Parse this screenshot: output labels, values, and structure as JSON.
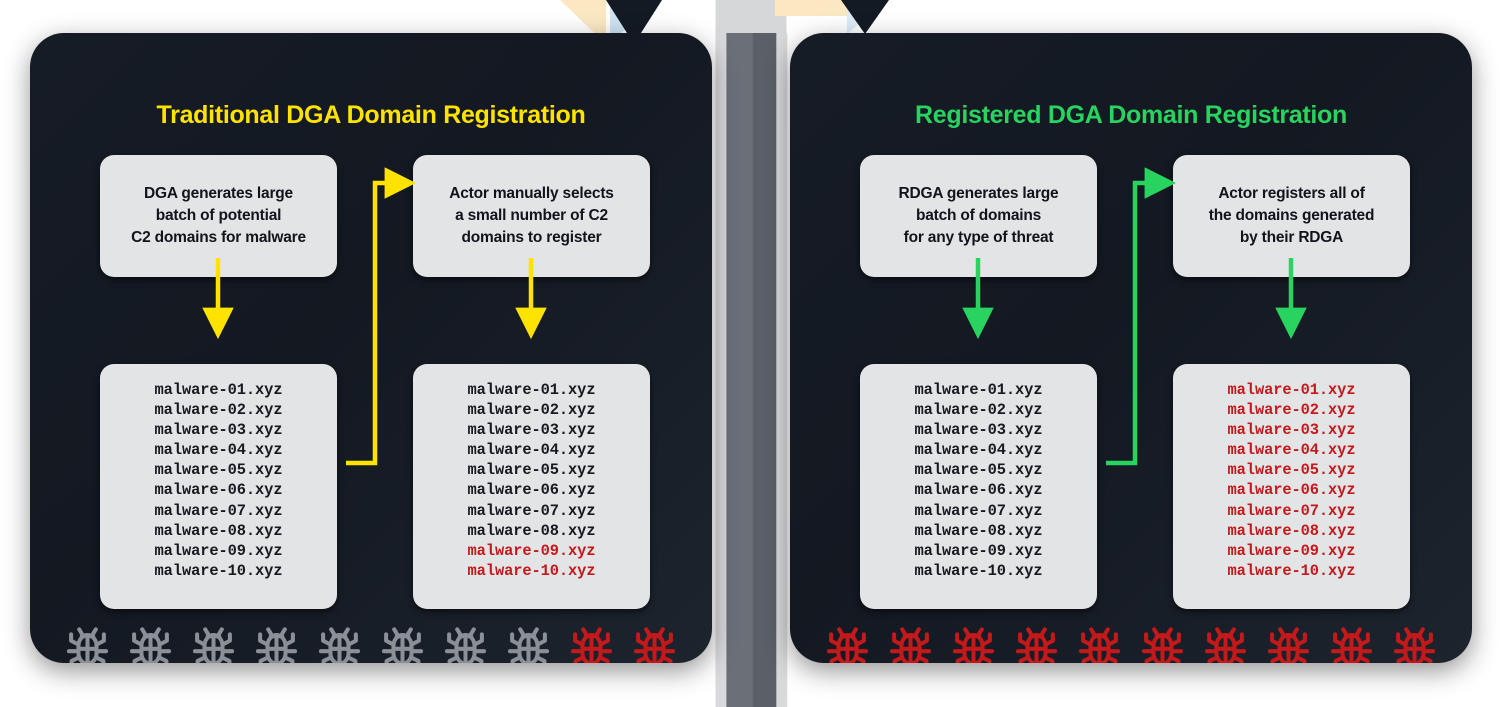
{
  "diagram": {
    "title_hidden": "",
    "colors": {
      "panel_bg": "#141a24",
      "card_bg": "#e3e4e6",
      "yellow": "#ffe300",
      "green": "#28d45f",
      "red": "#c4191b",
      "gray_bug": "#8b8f96",
      "text_dark": "#10141b"
    }
  },
  "panels": [
    {
      "id": "traditional",
      "title": "Traditional DGA Domain Registration",
      "accent": "#ffe300",
      "step1": {
        "text": "DGA generates large\nbatch of potential\nC2 domains for malware"
      },
      "step2": {
        "text": "Actor manually selects\na small number of C2\ndomains to register"
      },
      "list1": {
        "items": [
          {
            "domain": "malware-01.xyz",
            "registered": false
          },
          {
            "domain": "malware-02.xyz",
            "registered": false
          },
          {
            "domain": "malware-03.xyz",
            "registered": false
          },
          {
            "domain": "malware-04.xyz",
            "registered": false
          },
          {
            "domain": "malware-05.xyz",
            "registered": false
          },
          {
            "domain": "malware-06.xyz",
            "registered": false
          },
          {
            "domain": "malware-07.xyz",
            "registered": false
          },
          {
            "domain": "malware-08.xyz",
            "registered": false
          },
          {
            "domain": "malware-09.xyz",
            "registered": false
          },
          {
            "domain": "malware-10.xyz",
            "registered": false
          }
        ]
      },
      "list2": {
        "items": [
          {
            "domain": "malware-01.xyz",
            "registered": false
          },
          {
            "domain": "malware-02.xyz",
            "registered": false
          },
          {
            "domain": "malware-03.xyz",
            "registered": false
          },
          {
            "domain": "malware-04.xyz",
            "registered": false
          },
          {
            "domain": "malware-05.xyz",
            "registered": false
          },
          {
            "domain": "malware-06.xyz",
            "registered": false
          },
          {
            "domain": "malware-07.xyz",
            "registered": false
          },
          {
            "domain": "malware-08.xyz",
            "registered": false
          },
          {
            "domain": "malware-09.xyz",
            "registered": true
          },
          {
            "domain": "malware-10.xyz",
            "registered": true
          }
        ]
      },
      "bugs": [
        {
          "state": "inactive"
        },
        {
          "state": "inactive"
        },
        {
          "state": "inactive"
        },
        {
          "state": "inactive"
        },
        {
          "state": "inactive"
        },
        {
          "state": "inactive"
        },
        {
          "state": "inactive"
        },
        {
          "state": "inactive"
        },
        {
          "state": "active"
        },
        {
          "state": "active"
        }
      ]
    },
    {
      "id": "registered",
      "title": "Registered DGA Domain Registration",
      "accent": "#28d45f",
      "step1": {
        "text": "RDGA generates large\nbatch of domains\nfor any type of threat"
      },
      "step2": {
        "text": "Actor registers all of\nthe domains generated\nby their RDGA"
      },
      "list1": {
        "items": [
          {
            "domain": "malware-01.xyz",
            "registered": false
          },
          {
            "domain": "malware-02.xyz",
            "registered": false
          },
          {
            "domain": "malware-03.xyz",
            "registered": false
          },
          {
            "domain": "malware-04.xyz",
            "registered": false
          },
          {
            "domain": "malware-05.xyz",
            "registered": false
          },
          {
            "domain": "malware-06.xyz",
            "registered": false
          },
          {
            "domain": "malware-07.xyz",
            "registered": false
          },
          {
            "domain": "malware-08.xyz",
            "registered": false
          },
          {
            "domain": "malware-09.xyz",
            "registered": false
          },
          {
            "domain": "malware-10.xyz",
            "registered": false
          }
        ]
      },
      "list2": {
        "items": [
          {
            "domain": "malware-01.xyz",
            "registered": true
          },
          {
            "domain": "malware-02.xyz",
            "registered": true
          },
          {
            "domain": "malware-03.xyz",
            "registered": true
          },
          {
            "domain": "malware-04.xyz",
            "registered": true
          },
          {
            "domain": "malware-05.xyz",
            "registered": true
          },
          {
            "domain": "malware-06.xyz",
            "registered": true
          },
          {
            "domain": "malware-07.xyz",
            "registered": true
          },
          {
            "domain": "malware-08.xyz",
            "registered": true
          },
          {
            "domain": "malware-09.xyz",
            "registered": true
          },
          {
            "domain": "malware-10.xyz",
            "registered": true
          }
        ]
      },
      "bugs": [
        {
          "state": "active"
        },
        {
          "state": "active"
        },
        {
          "state": "active"
        },
        {
          "state": "active"
        },
        {
          "state": "active"
        },
        {
          "state": "active"
        },
        {
          "state": "active"
        },
        {
          "state": "active"
        },
        {
          "state": "active"
        },
        {
          "state": "active"
        }
      ]
    }
  ]
}
